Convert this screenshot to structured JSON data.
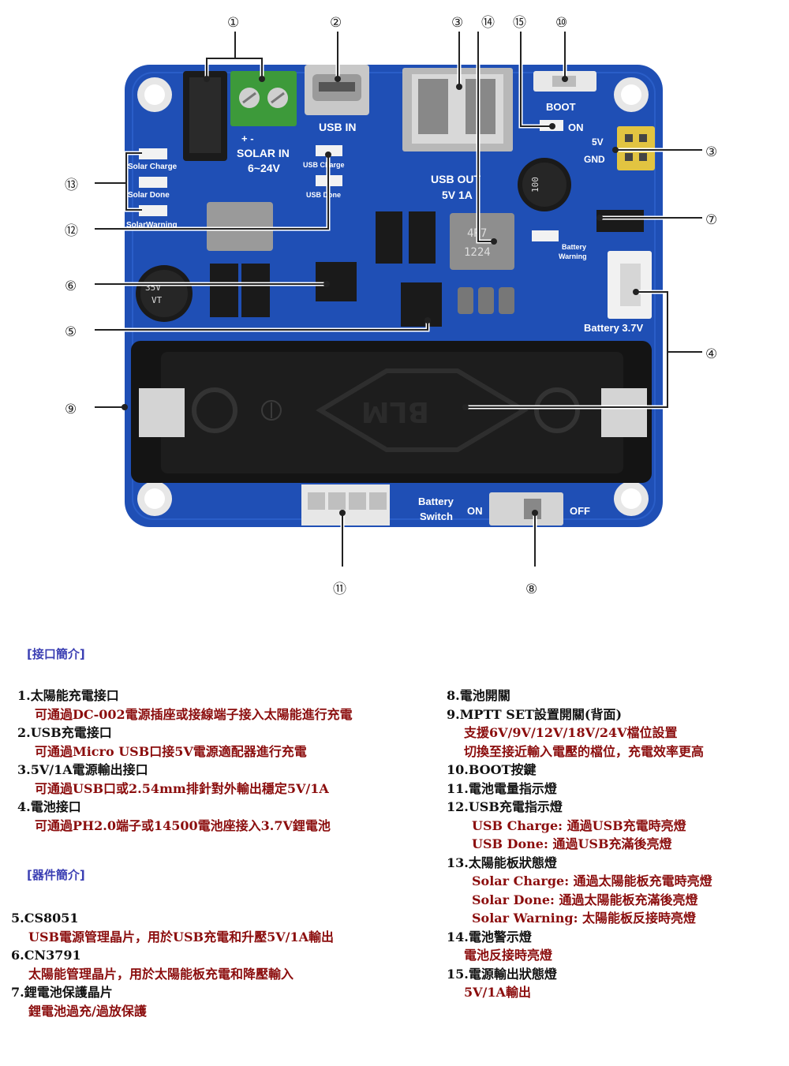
{
  "callouts": {
    "c1": "①",
    "c2": "②",
    "c3": "③",
    "c4": "④",
    "c5": "⑤",
    "c6": "⑥",
    "c7": "⑦",
    "c8": "⑧",
    "c9": "⑨",
    "c10": "⑩",
    "c11": "⑪",
    "c12": "⑫",
    "c13": "⑬",
    "c14": "⑭",
    "c15": "⑮"
  },
  "board_labels": {
    "solar_in": "SOLAR IN",
    "solar_range": "6~24V",
    "plus_minus": "+   -",
    "usb_in": "USB IN",
    "usb_charge": "USB Charge",
    "usb_done": "USB Done",
    "usb_out": "USB OUT",
    "usb_out_rating": "5V 1A",
    "boot": "BOOT",
    "on": "ON",
    "v5": "5V",
    "gnd": "GND",
    "solar_charge": "Solar Charge",
    "solar_done": "Solar Done",
    "solar_warning": "SolarWarning",
    "battery_warning_1": "Battery",
    "battery_warning_2": "Warning",
    "battery_37": "Battery 3.7V",
    "battery_switch_1": "Battery",
    "battery_switch_2": "Switch",
    "switch_on": "ON",
    "switch_off": "OFF",
    "holder_brand": "BLM",
    "inductor_1": "4R7",
    "inductor_2": "1224",
    "cap_1": "100",
    "cap_2": "35V",
    "cap_3": "VT"
  },
  "sections": {
    "interfaces_title": "[接口簡介]",
    "devices_title": "[器件簡介]"
  },
  "left_items": {
    "i1_title": "1.太陽能充電接口",
    "i1_desc": "可通過DC-002電源插座或接線端子接入太陽能進行充電",
    "i2_title": "2.USB充電接口",
    "i2_desc": "可通過Micro USB口接5V電源適配器進行充電",
    "i3_title": "3.5V/1A電源輸出接口",
    "i3_desc": "可通過USB口或2.54mm排針對外輸出穩定5V/1A",
    "i4_title": "4.電池接口",
    "i4_desc": "可通過PH2.0端子或14500電池座接入3.7V鋰電池",
    "i5_title": "5.CS8051",
    "i5_desc": "USB電源管理晶片，用於USB充電和升壓5V/1A輸出",
    "i6_title": "6.CN3791",
    "i6_desc": "太陽能管理晶片，用於太陽能板充電和降壓輸入",
    "i7_title": "7.鋰電池保護晶片",
    "i7_desc": "鋰電池過充/過放保護"
  },
  "right_items": {
    "i8_title": "8.電池開關",
    "i9_title": "9.MPTT SET設置開關(背面)",
    "i9_desc1": "支援6V/9V/12V/18V/24V檔位設置",
    "i9_desc2": "切換至接近輸入電壓的檔位，充電效率更高",
    "i10_title": "10.BOOT按鍵",
    "i11_title": "11.電池電量指示燈",
    "i12_title": "12.USB充電指示燈",
    "i12_desc1": "USB Charge: 通過USB充電時亮燈",
    "i12_desc2": "USB Done: 通過USB充滿後亮燈",
    "i13_title": "13.太陽能板狀態燈",
    "i13_desc1": "Solar Charge: 通過太陽能板充電時亮燈",
    "i13_desc2": "Solar Done: 通過太陽能板充滿後亮燈",
    "i13_desc3": "Solar Warning: 太陽能板反接時亮燈",
    "i14_title": "14.電池警示燈",
    "i14_desc": "電池反接時亮燈",
    "i15_title": "15.電源輸出狀態燈",
    "i15_desc": "5V/1A輸出"
  },
  "colors": {
    "pcb": "#1f4fb5",
    "pcb_dark": "#173f95",
    "desc_red": "#8b0d0d",
    "section_blue": "#3b3fb3",
    "terminal_green": "#3d9a3a"
  },
  "icons": {
    "holder_plus": "circled-plus-icon",
    "holder_minus": "circled-minus-icon"
  }
}
